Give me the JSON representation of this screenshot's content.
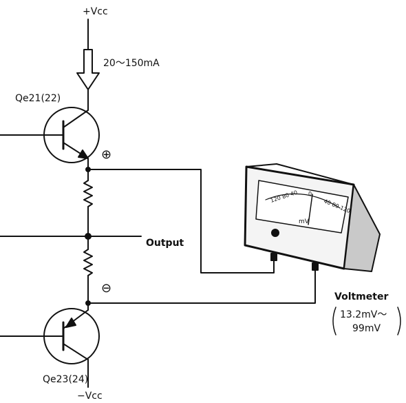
{
  "labels": {
    "vcc_pos": "+Vcc",
    "current": "20～150mA",
    "qe21": "Qe21(22)",
    "plus_symbol": "⊕",
    "output": "Output",
    "minus_symbol": "⊖",
    "qe23": "Qe23(24)",
    "vcc_neg": "−Vcc",
    "voltmeter": "Voltmeter",
    "range_line1": "13.2mV～",
    "range_line2": "99mV"
  },
  "meter_scale": {
    "left_ticks": "120 80 40",
    "zero": "0",
    "right_ticks": "40 80 120",
    "unit": "mV"
  }
}
